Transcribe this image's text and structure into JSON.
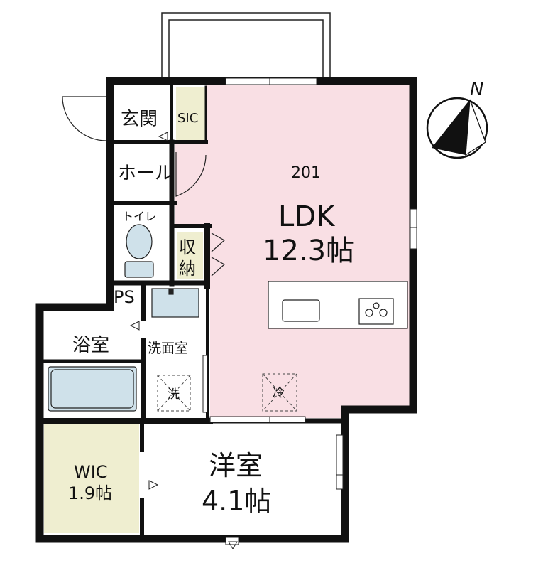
{
  "unit_number": "201",
  "rooms": {
    "genkan": "玄関",
    "sic": "SIC",
    "hall": "ホール",
    "toilet": "トイレ",
    "storage_line1": "収",
    "storage_line2": "納",
    "ps": "PS",
    "bath": "浴室",
    "washroom": "洗面室",
    "ldk_name": "LDK",
    "ldk_size": "12.3帖",
    "western_name": "洋室",
    "western_size": "4.1帖",
    "wic_name": "WIC",
    "wic_size": "1.9帖"
  },
  "fixtures": {
    "washer": "洗",
    "fridge": "冷"
  },
  "compass": {
    "label": "N"
  },
  "colors": {
    "ldk_fill": "#f9dfe4",
    "yellow_fill": "#efeed0",
    "fixture_fill": "#cfe1ea",
    "wall": "#111111"
  }
}
